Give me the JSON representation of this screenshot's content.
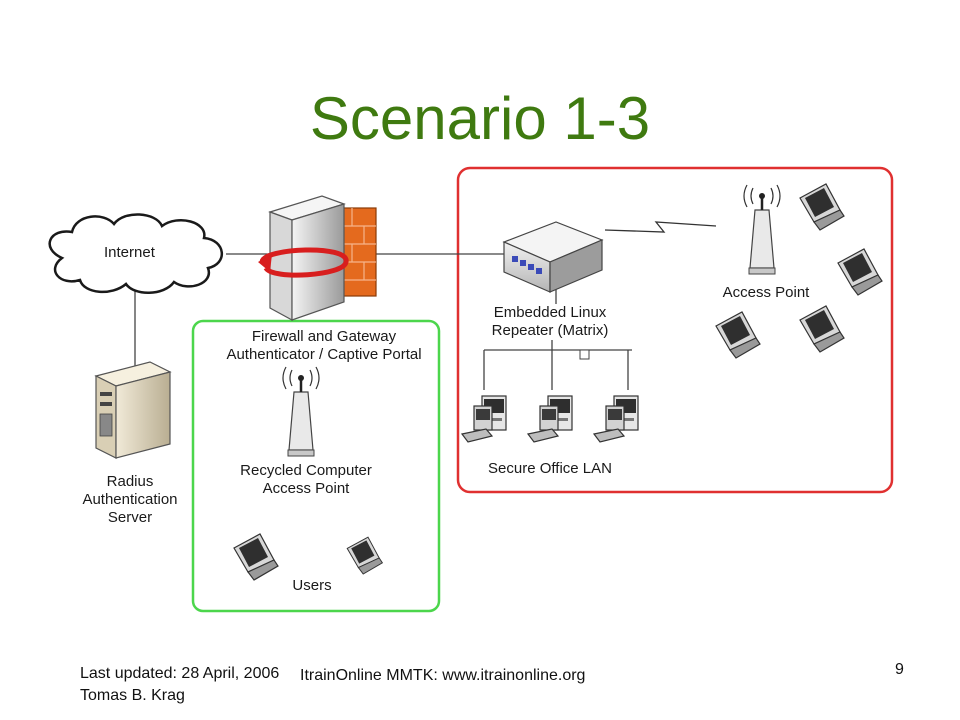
{
  "slide": {
    "title": "Scenario 1-3",
    "page_number": "9"
  },
  "nodes": {
    "internet": "Internet",
    "firewall_line1": "Firewall   and Gateway",
    "firewall_line2": "Authenticator / Captive Portal",
    "repeater_line1": "Embedded Linux",
    "repeater_line2": "Repeater (Matrix)",
    "access_point": "Access Point",
    "radius_line1": "Radius",
    "radius_line2": "Authentication",
    "radius_line3": "Server",
    "recycled_line1": "Recycled Computer",
    "recycled_line2": "Access Point",
    "users": "Users",
    "office_lan": "Secure Office LAN"
  },
  "footer": {
    "updated": "Last updated: 28 April, 2006",
    "author": "Tomas B. Krag",
    "org": "ItrainOnline MMTK: www.itrainonline.org"
  },
  "colors": {
    "title": "#3f7a10",
    "green_zone": "#4cd64c",
    "red_zone": "#e03030"
  },
  "icons": [
    "cloud-icon",
    "server-tower-icon",
    "firewall-icon",
    "repeater-box-icon",
    "antenna-icon",
    "laptop-icon",
    "desktop-computer-icon",
    "wireless-link-icon"
  ]
}
